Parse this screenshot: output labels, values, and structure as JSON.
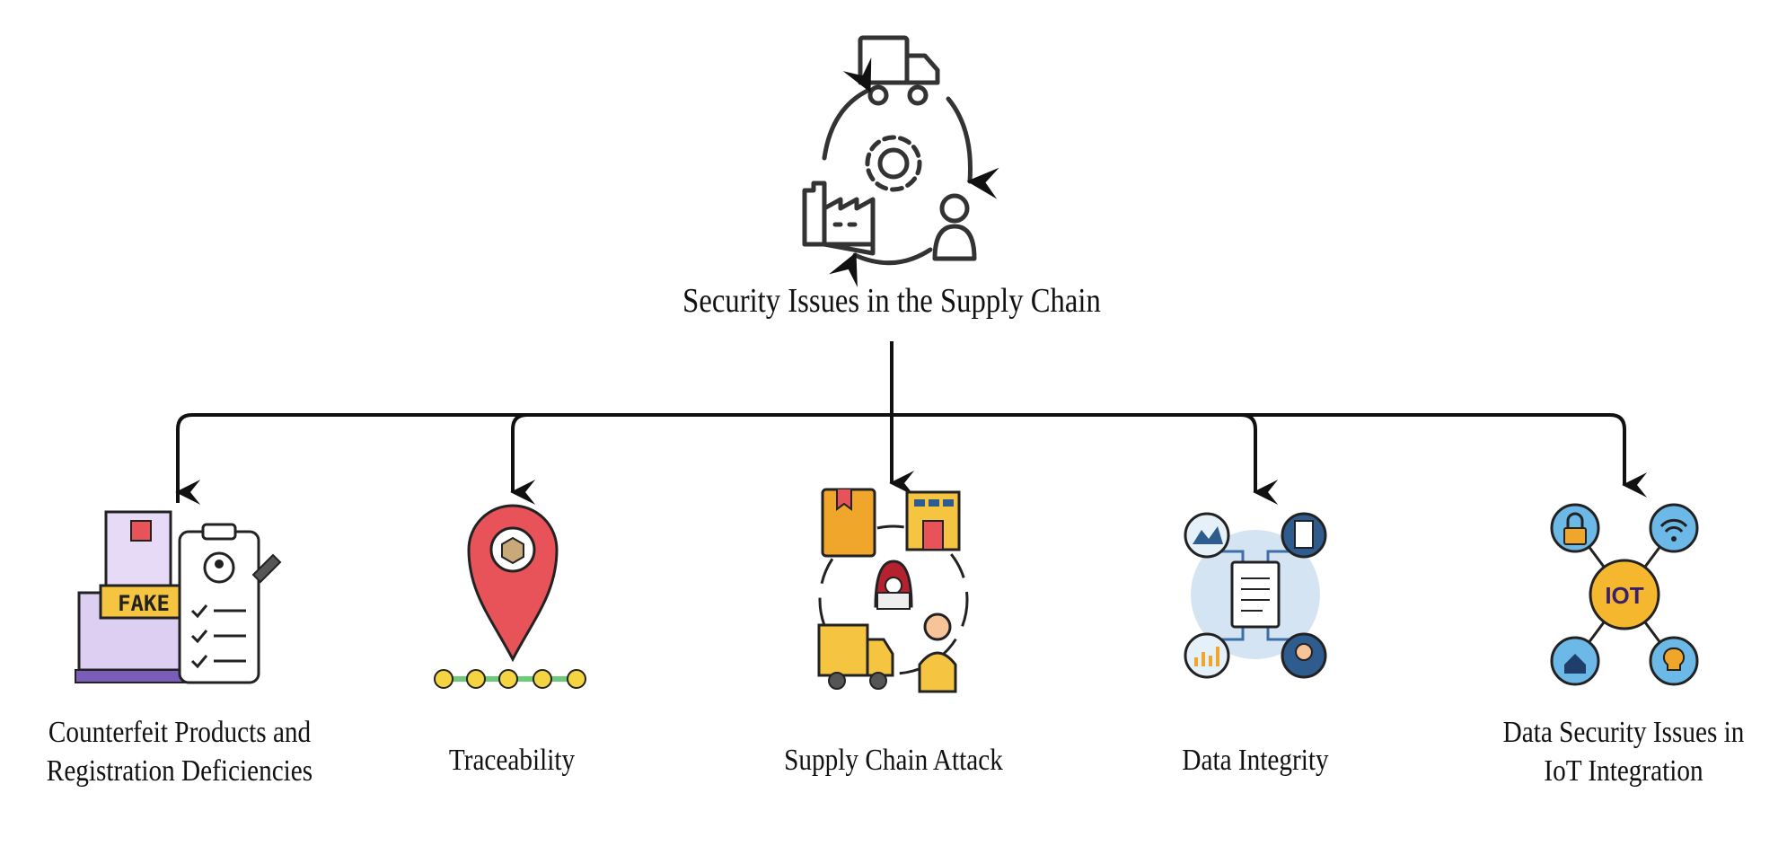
{
  "diagram": {
    "root": {
      "title": "Security Issues in the Supply Chain",
      "icon": "supply-chain-cycle-icon"
    },
    "children": [
      {
        "line1": "Counterfeit Products and",
        "line2": "Registration Deficiencies",
        "icon": "fake-product-clipboard-icon"
      },
      {
        "line1": "Traceability",
        "line2": "",
        "icon": "location-pin-tracking-icon"
      },
      {
        "line1": "Supply Chain Attack",
        "line2": "",
        "icon": "hacker-supply-attack-icon"
      },
      {
        "line1": "Data Integrity",
        "line2": "",
        "icon": "data-network-document-icon"
      },
      {
        "line1": "Data Security Issues in",
        "line2": "IoT Integration",
        "icon": "iot-network-icon"
      }
    ],
    "iot_badge": "IOT",
    "fake_stamp": "FAKE",
    "colors": {
      "line": "#111111",
      "yellow": "#F5C542",
      "red": "#E8535A",
      "purple": "#C7B6E8",
      "blue": "#2F5C8F",
      "orange": "#F0A62A"
    }
  }
}
